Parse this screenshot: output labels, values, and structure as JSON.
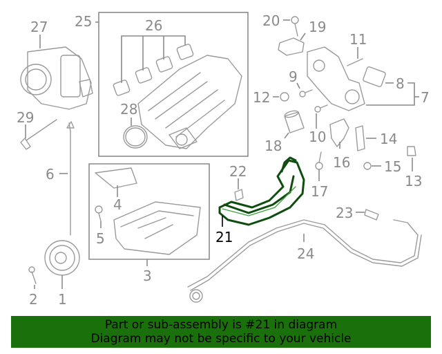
{
  "callouts": {
    "n1": "1",
    "n2": "2",
    "n3": "3",
    "n4": "4",
    "n5": "5",
    "n6": "6",
    "n7": "7",
    "n8": "8",
    "n9": "9",
    "n10": "10",
    "n11": "11",
    "n12": "12",
    "n13": "13",
    "n14": "14",
    "n15": "15",
    "n16": "16",
    "n17": "17",
    "n18": "18",
    "n19": "19",
    "n20": "20",
    "n21": "21",
    "n22": "22",
    "n23": "23",
    "n24": "24",
    "n25": "25",
    "n26": "26",
    "n27": "27",
    "n28": "28",
    "n29": "29"
  },
  "highlight_part": "21",
  "highlight_color": "#1a700a",
  "banner": {
    "line1": "Part or sub-assembly is #21 in diagram",
    "line2": "Diagram may not be specific to your vehicle"
  }
}
